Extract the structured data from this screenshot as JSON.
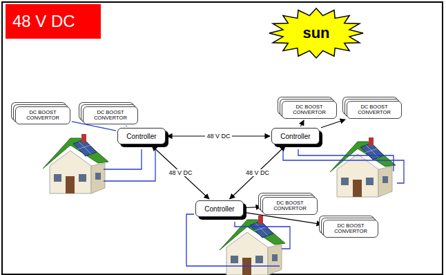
{
  "diagram": {
    "nodes": [
      {
        "text": [
          "48 V DC"
        ]
      },
      {
        "text": [
          "sun"
        ]
      },
      {
        "text": [
          "DC BOOST CONVERTOR"
        ]
      },
      {
        "text": [
          "DC BOOST CONVERTOR"
        ]
      },
      {
        "text": [
          "DC BOOST CONVERTOR"
        ]
      },
      {
        "text": [
          "DC BOOST CONVERTOR"
        ]
      },
      {
        "text": [
          "Controller"
        ]
      },
      {
        "text": [
          "Controller"
        ]
      },
      {
        "text": [
          "DC BOOST CONVERTOR"
        ]
      },
      {
        "text": [
          "Controller"
        ]
      },
      {
        "text": [
          "DC BOOST CONVERTOR"
        ]
      }
    ],
    "edges": [
      {
        "from": 6,
        "to": 7,
        "label": "48 V DC",
        "arrow": "both"
      },
      {
        "from": 6,
        "to": 9,
        "label": "48 V DC",
        "arrow": "both"
      },
      {
        "from": 9,
        "to": 7,
        "label": "48 V DC",
        "arrow": "both"
      },
      {
        "from": 2,
        "to": 6,
        "arrow": "none"
      },
      {
        "from": 3,
        "to": 6,
        "arrow": "none"
      },
      {
        "from": 7,
        "to": 4,
        "arrow": "to"
      },
      {
        "from": 7,
        "to": 5,
        "arrow": "to"
      },
      {
        "from": 9,
        "to": 8,
        "arrow": "to"
      },
      {
        "from": 9,
        "to": 10,
        "arrow": "to"
      }
    ]
  }
}
